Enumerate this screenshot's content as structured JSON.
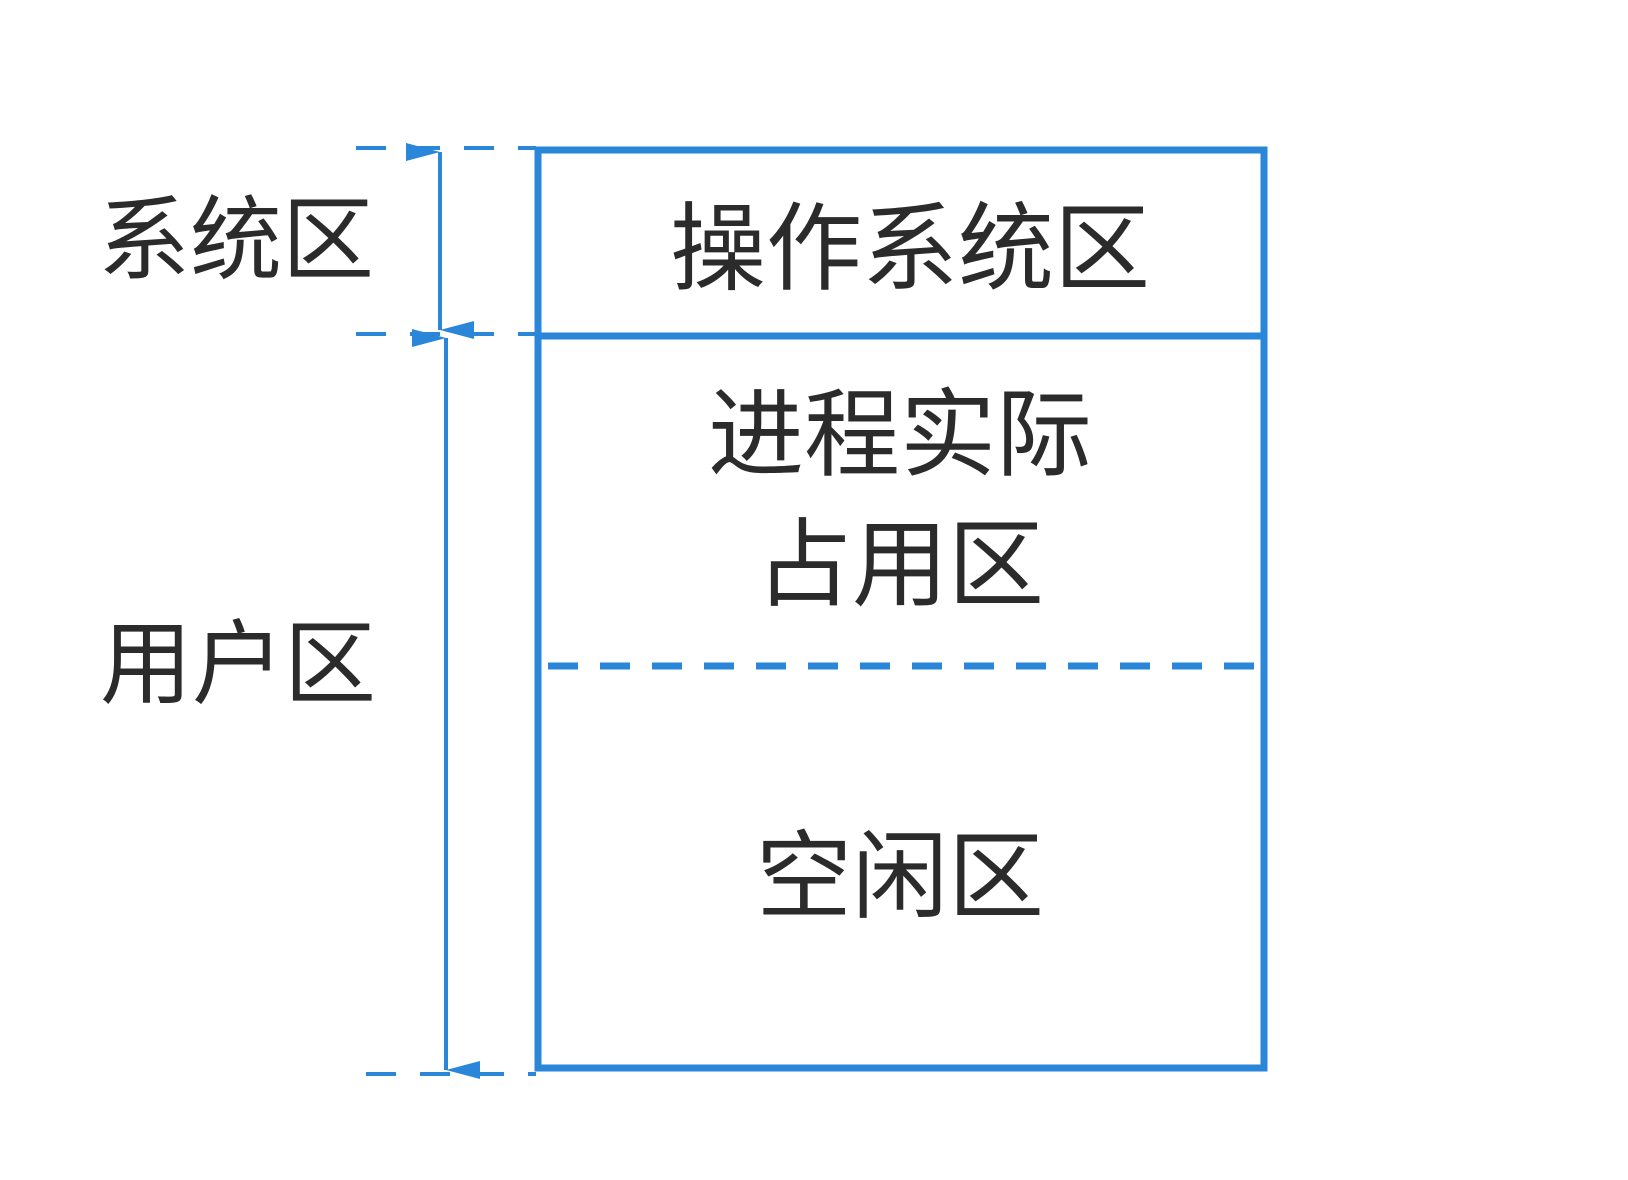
{
  "diagram": {
    "left_labels": {
      "system_area": "系统区",
      "user_area": "用户区"
    },
    "regions": {
      "os_area": "操作系统区",
      "process_area_line1": "进程实际",
      "process_area_line2": "占用区",
      "free_area": "空闲区"
    },
    "colors": {
      "line": "#2a86d8",
      "text": "#2b2b2b",
      "background": "#ffffff"
    }
  }
}
